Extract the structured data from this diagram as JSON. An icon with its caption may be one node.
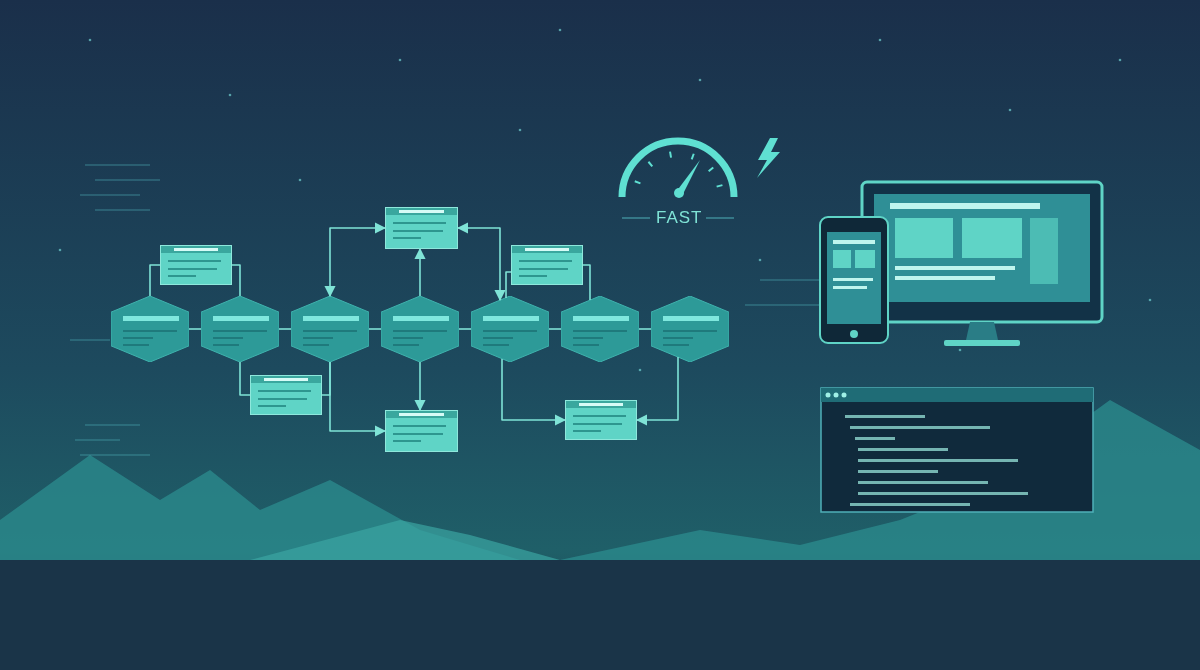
{
  "diagram": {
    "nodes": [
      {
        "text": [],
        "shape": "box"
      },
      {
        "text": [],
        "shape": "box"
      },
      {
        "text": [],
        "shape": "box"
      },
      {
        "text": [],
        "shape": "hexagon"
      },
      {
        "text": [],
        "shape": "hexagon"
      },
      {
        "text": [],
        "shape": "hexagon"
      },
      {
        "text": [],
        "shape": "hexagon"
      },
      {
        "text": [],
        "shape": "hexagon"
      },
      {
        "text": [],
        "shape": "hexagon"
      },
      {
        "text": [],
        "shape": "hexagon"
      },
      {
        "text": [],
        "shape": "box"
      },
      {
        "text": [],
        "shape": "box"
      },
      {
        "text": [],
        "shape": "box"
      }
    ],
    "edges": [
      {
        "from": 3,
        "to": 4,
        "arrow": "none"
      },
      {
        "from": 4,
        "to": 5,
        "arrow": "none"
      },
      {
        "from": 5,
        "to": 6,
        "arrow": "none"
      },
      {
        "from": 6,
        "to": 7,
        "arrow": "none"
      },
      {
        "from": 7,
        "to": 8,
        "arrow": "none"
      },
      {
        "from": 8,
        "to": 9,
        "arrow": "none"
      },
      {
        "from": 1,
        "to": 3,
        "arrow": "none"
      },
      {
        "from": 1,
        "to": 4,
        "arrow": "none"
      },
      {
        "from": 5,
        "to": 0,
        "arrow": "both"
      },
      {
        "from": 6,
        "to": 0,
        "arrow": "to"
      },
      {
        "from": 7,
        "to": 0,
        "arrow": "both"
      },
      {
        "from": 2,
        "to": 7,
        "arrow": "none"
      },
      {
        "from": 2,
        "to": 8,
        "arrow": "none"
      },
      {
        "from": 4,
        "to": 10,
        "arrow": "none"
      },
      {
        "from": 5,
        "to": 10,
        "arrow": "none"
      },
      {
        "from": 5,
        "to": 11,
        "arrow": "to"
      },
      {
        "from": 6,
        "to": 11,
        "arrow": "to"
      },
      {
        "from": 7,
        "to": 12,
        "arrow": "to"
      },
      {
        "from": 9,
        "to": 12,
        "arrow": "to"
      }
    ],
    "labels": [
      "FAST"
    ]
  }
}
